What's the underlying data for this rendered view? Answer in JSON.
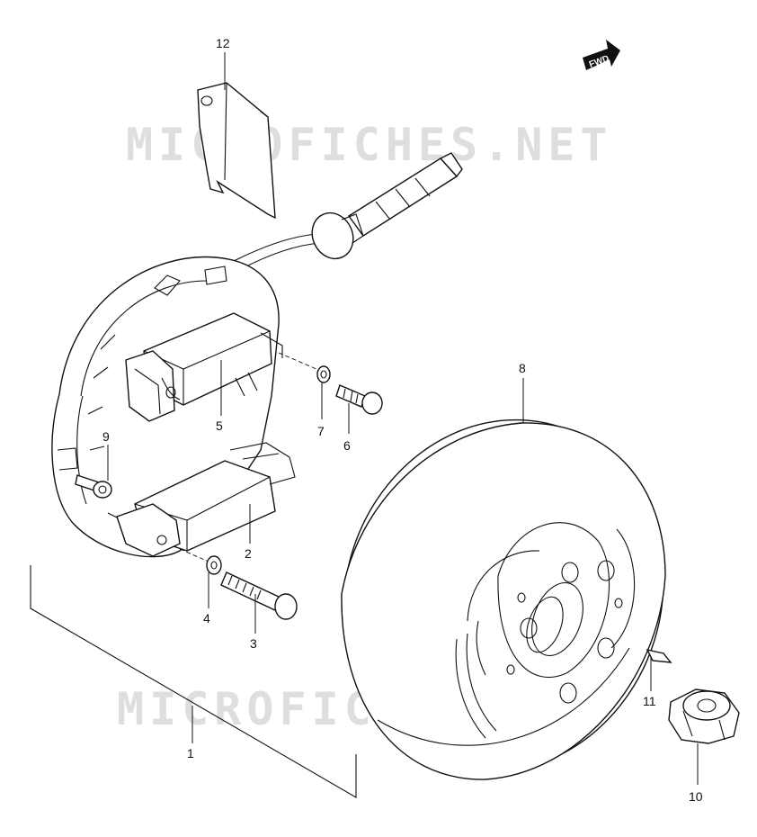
{
  "watermark": {
    "text": "MICROFICHES.NET"
  },
  "fwd_badge": {
    "text": "FWD"
  },
  "callouts": {
    "p1": "1",
    "p2": "2",
    "p3": "3",
    "p4": "4",
    "p5": "5",
    "p6": "6",
    "p7": "7",
    "p8": "8",
    "p9": "9",
    "p10": "10",
    "p11": "11",
    "p12": "12"
  }
}
